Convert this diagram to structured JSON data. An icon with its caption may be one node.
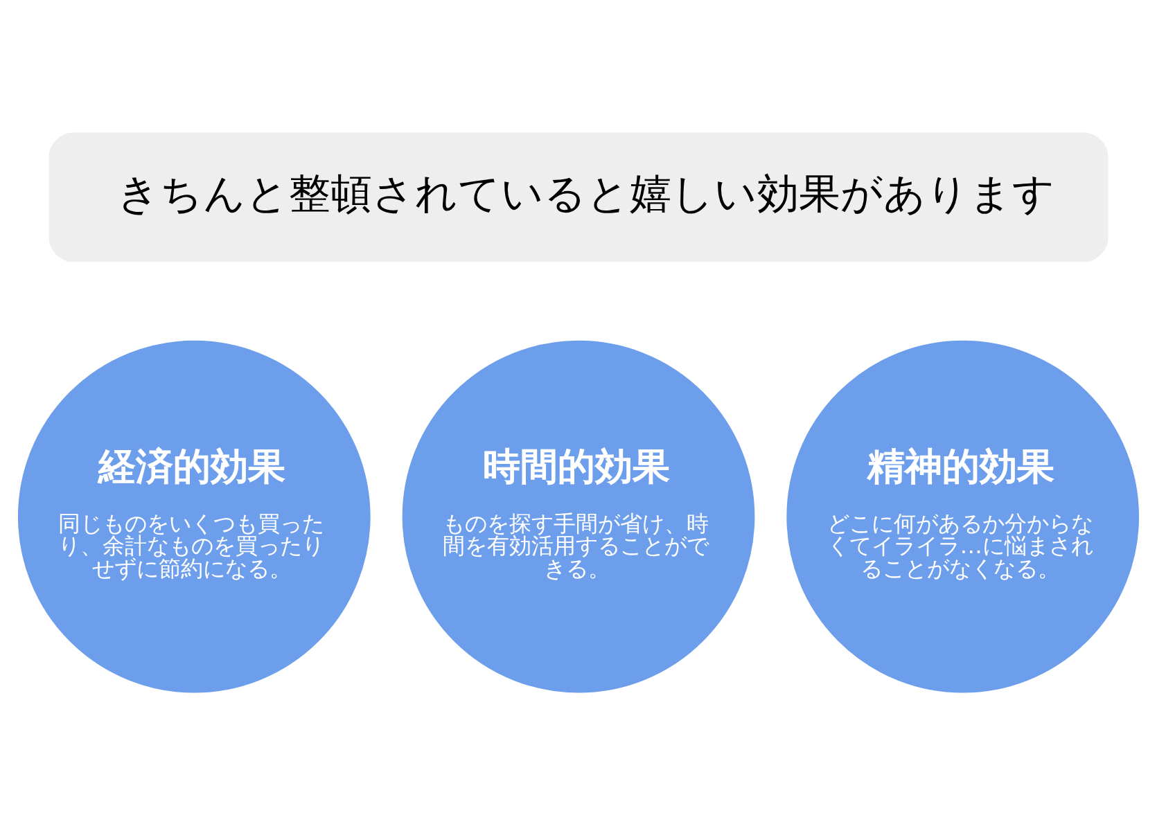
{
  "diagram": {
    "nodes": [
      {
        "text": [
          "きちんと整頓されていると嬉しい効果があります"
        ]
      },
      {
        "text": [
          "経済的効果",
          "同じものをいくつも買ったり、余計なものを買ったりせずに節約になる。"
        ]
      },
      {
        "text": [
          "時間的効果",
          "ものを探す手間が省け、時間を有効活用することができる。"
        ]
      },
      {
        "text": [
          "精神的効果",
          "どこに何があるか分からなくてイライラ…に悩まされることがなくなる。"
        ]
      }
    ],
    "edges": []
  }
}
